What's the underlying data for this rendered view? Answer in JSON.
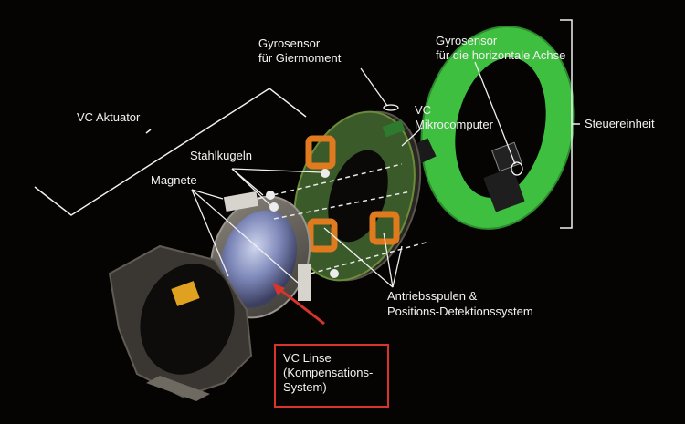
{
  "labels": {
    "gyro_yaw_line1": "Gyrosensor",
    "gyro_yaw_line2": "für Giermoment",
    "gyro_horizontal_line1": "Gyrosensor",
    "gyro_horizontal_line2": "für die horizontale Achse",
    "vc_micro_line1": "VC",
    "vc_micro_line2": "Mikrocomputer",
    "vc_actuator": "VC Aktuator",
    "steel_balls": "Stahlkugeln",
    "magnets": "Magnete",
    "control_unit": "Steuereinheit",
    "drive_coils_line1": "Antriebsspulen &",
    "drive_coils_line2": "Positions-Detektionssystem",
    "vc_lens_line1": "VC Linse",
    "vc_lens_line2": "(Kompensations-",
    "vc_lens_line3": "System)"
  },
  "colors": {
    "background": "#050403",
    "pcb_green": "#3fbf3f",
    "coil_orange": "#e07a1e",
    "callout_red": "#d9342b",
    "label_white": "#f2f2f2"
  }
}
